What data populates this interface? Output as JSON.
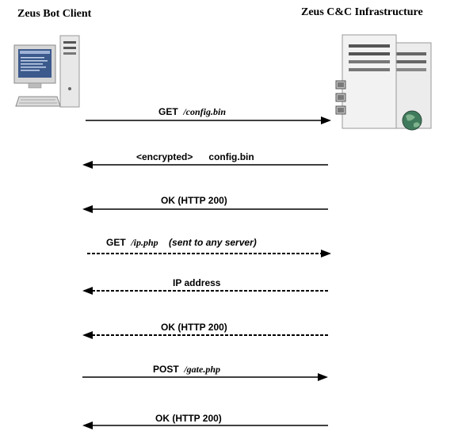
{
  "client": {
    "title": "Zeus Bot Client"
  },
  "server": {
    "title": "Zeus C&C Infrastructure"
  },
  "messages": [
    {
      "method": "GET",
      "path": "/config.bin",
      "direction": "to-server",
      "style": "solid"
    },
    {
      "method": "<encrypted>",
      "path": "config.bin",
      "direction": "to-client",
      "style": "solid"
    },
    {
      "method": "OK (HTTP 200)",
      "direction": "to-client",
      "style": "solid"
    },
    {
      "method": "GET",
      "path": "/ip.php",
      "note": "(sent to any server)",
      "direction": "to-server",
      "style": "dashed"
    },
    {
      "method": "IP address",
      "direction": "to-client",
      "style": "dashed"
    },
    {
      "method": "OK (HTTP 200)",
      "direction": "to-client",
      "style": "dashed"
    },
    {
      "method": "POST",
      "path": "/gate.php",
      "direction": "to-server",
      "style": "solid"
    },
    {
      "method": "OK (HTTP 200)",
      "direction": "to-client",
      "style": "solid"
    }
  ]
}
